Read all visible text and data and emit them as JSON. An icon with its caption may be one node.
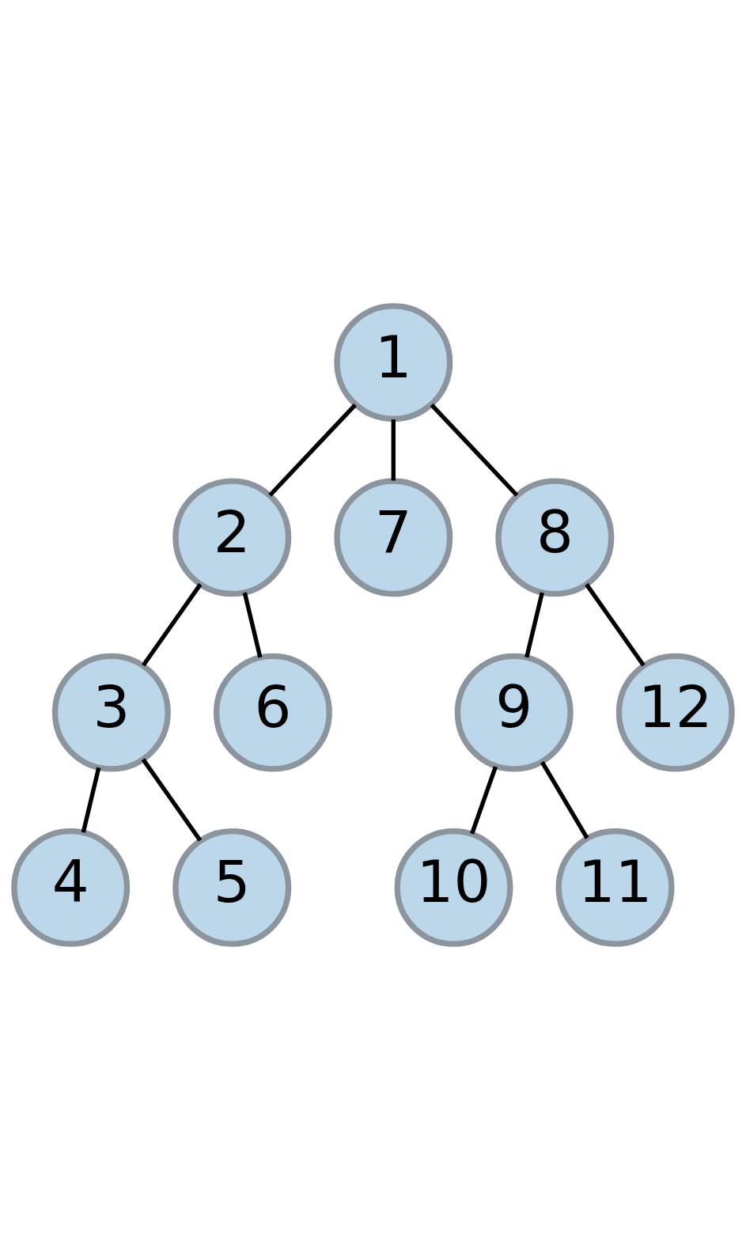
{
  "diagram": {
    "nodes": [
      {
        "text": [
          "1"
        ]
      },
      {
        "text": [
          "2"
        ]
      },
      {
        "text": [
          "7"
        ]
      },
      {
        "text": [
          "8"
        ]
      },
      {
        "text": [
          "3"
        ]
      },
      {
        "text": [
          "6"
        ]
      },
      {
        "text": [
          "9"
        ]
      },
      {
        "text": [
          "12"
        ]
      },
      {
        "text": [
          "4"
        ]
      },
      {
        "text": [
          "5"
        ]
      },
      {
        "text": [
          "10"
        ]
      },
      {
        "text": [
          "11"
        ]
      }
    ],
    "edges": [
      {
        "from": 0,
        "to": 1,
        "arrow": "none"
      },
      {
        "from": 0,
        "to": 2,
        "arrow": "none"
      },
      {
        "from": 0,
        "to": 3,
        "arrow": "none"
      },
      {
        "from": 1,
        "to": 4,
        "arrow": "none"
      },
      {
        "from": 1,
        "to": 5,
        "arrow": "none"
      },
      {
        "from": 3,
        "to": 6,
        "arrow": "none"
      },
      {
        "from": 3,
        "to": 7,
        "arrow": "none"
      },
      {
        "from": 4,
        "to": 8,
        "arrow": "none"
      },
      {
        "from": 4,
        "to": 9,
        "arrow": "none"
      },
      {
        "from": 6,
        "to": 10,
        "arrow": "none"
      },
      {
        "from": 6,
        "to": 11,
        "arrow": "none"
      }
    ]
  }
}
